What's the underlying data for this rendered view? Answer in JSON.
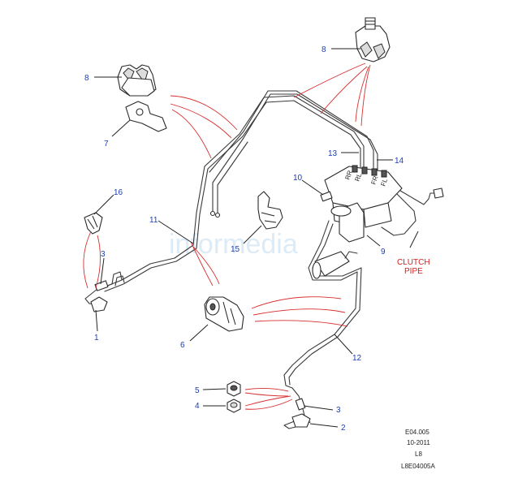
{
  "watermark": "informedia",
  "clutch_label": {
    "line1": "CLUTCH",
    "line2": "PIPE"
  },
  "callouts": {
    "n1": "1",
    "n2": "2",
    "n3a": "3",
    "n3b": "3",
    "n4": "4",
    "n5": "5",
    "n6": "6",
    "n7": "7",
    "n8a": "8",
    "n8b": "8",
    "n9": "9",
    "n10": "10",
    "n11": "11",
    "n12": "12",
    "n13": "13",
    "n14": "14",
    "n15": "15",
    "n16": "16"
  },
  "modulator_port_labels": {
    "rr": "RR",
    "rl": "RL",
    "fr": "FR",
    "fl": "FL"
  },
  "meta": {
    "ref": "E04.005",
    "date": "10-2011",
    "model": "L8",
    "code": "L8E04005A"
  },
  "colors": {
    "callout_number": "#1a3fb0",
    "clutch_label": "#d42020",
    "indicator_lines": "#d83030"
  }
}
